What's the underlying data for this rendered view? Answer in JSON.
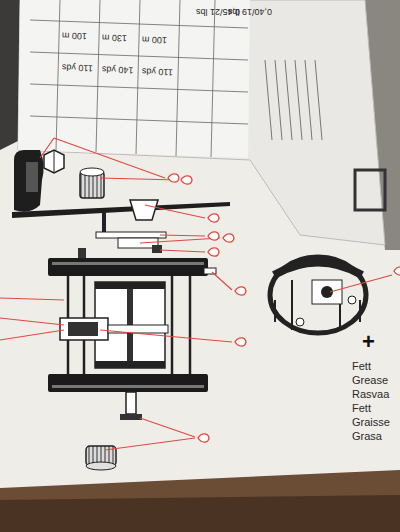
{
  "diagram": {
    "labels": [
      "0,40/19 lbs",
      "0,45/21 lbs",
      "100 m",
      "110 yds",
      "130 m",
      "140 yds",
      "100 m",
      "110 yds",
      "+",
      "Fett",
      "Grease",
      "Rasvaa",
      "Fett",
      "Graisse",
      "Grasa"
    ]
  }
}
